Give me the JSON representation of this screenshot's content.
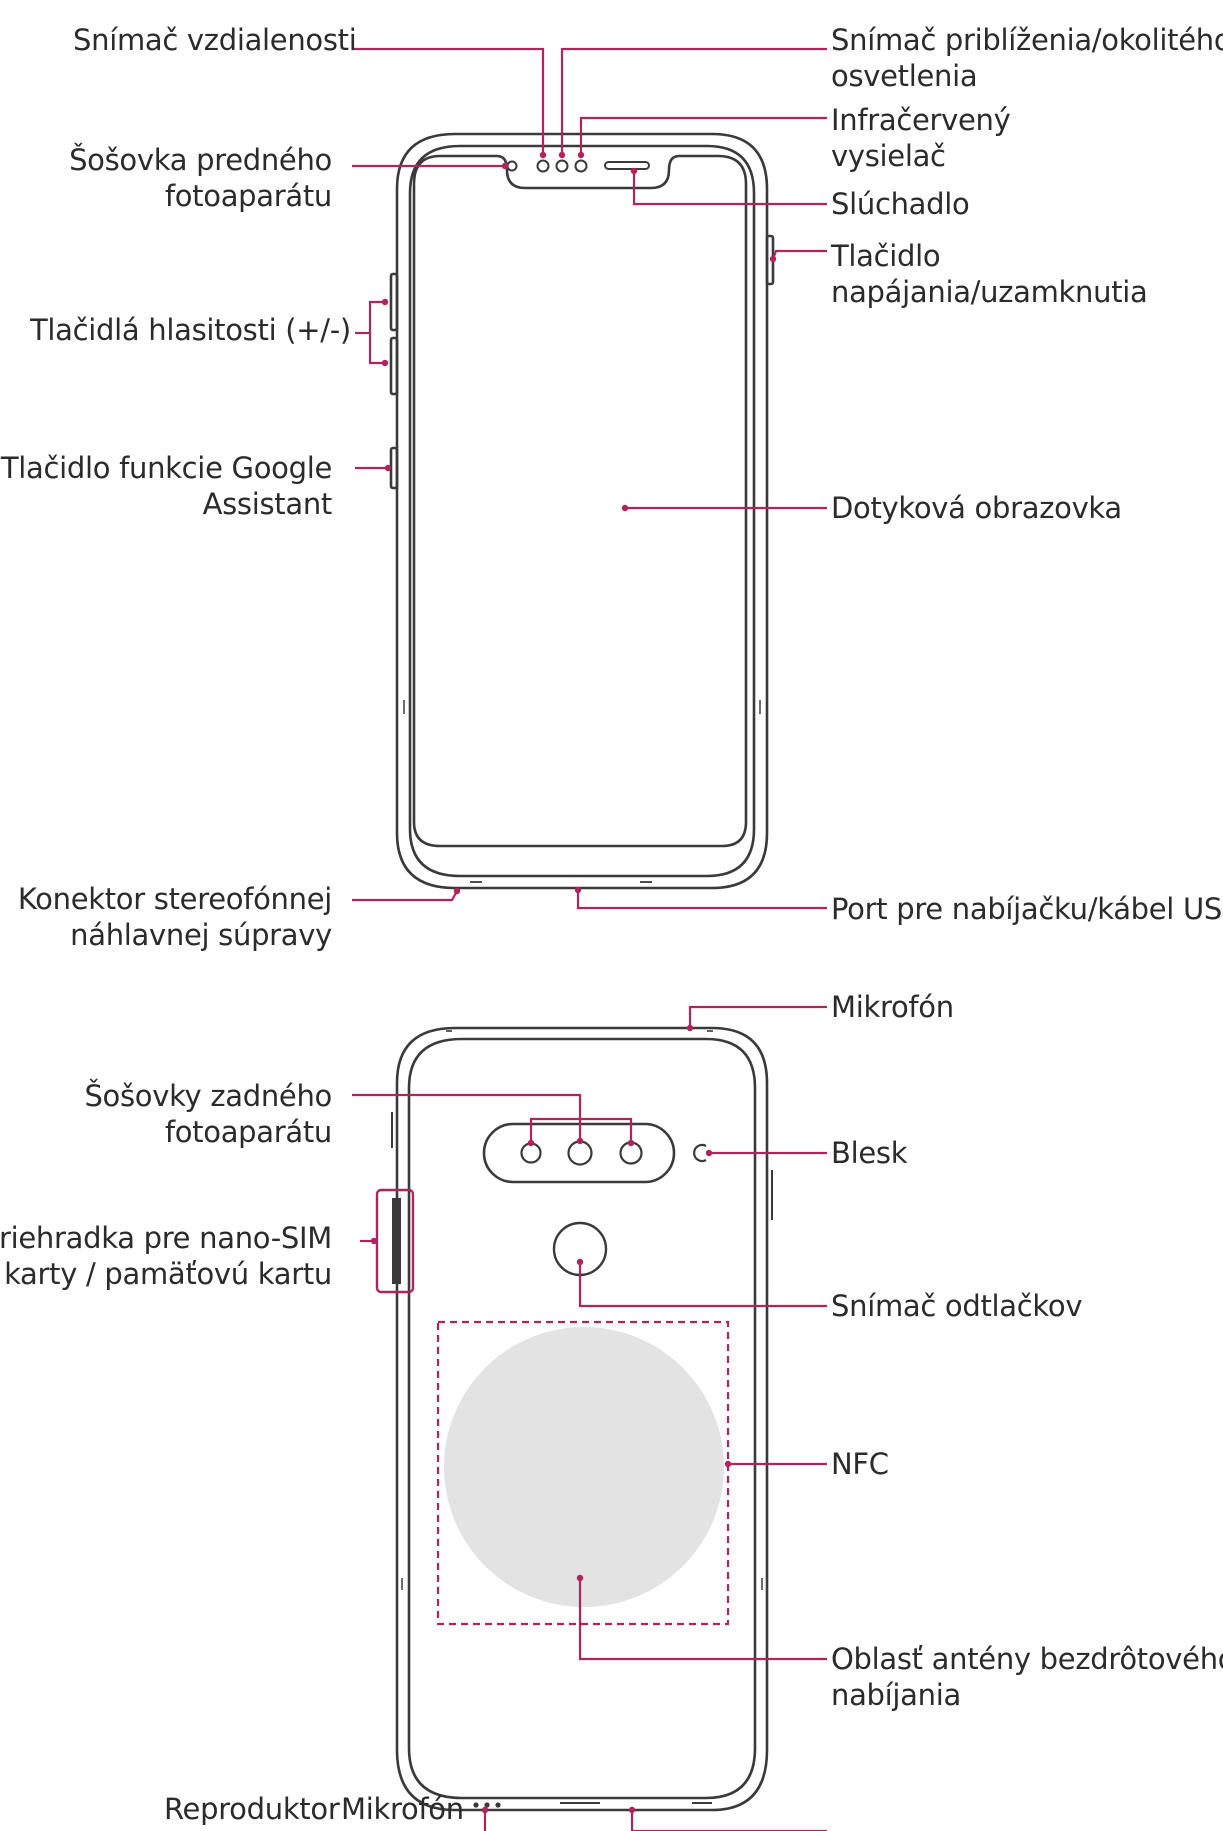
{
  "colors": {
    "line": "#3a3a3a",
    "callout": "#b0245e",
    "nfc_fill": "#e3e3e3",
    "text": "#2b2b2b"
  },
  "front_labels": {
    "proximity_sensor": "Snímač vzdialenosti",
    "front_camera": [
      "Šošovka predného",
      "fotoaparátu"
    ],
    "volume_keys": "Tlačidlá hlasitosti (+/-)",
    "assistant_key": [
      "Tlačidlo funkcie Google",
      "Assistant"
    ],
    "headset_jack": [
      "Konektor stereofónnej",
      "náhlavnej súpravy"
    ],
    "ambient_sensor": [
      "Snímač priblíženia/okolitého",
      "osvetlenia"
    ],
    "ir_led": [
      "Infračervený",
      "vysielač"
    ],
    "earpiece": "Slúchadlo",
    "power_key": [
      "Tlačidlo",
      "napájania/uzamknutia"
    ],
    "touch_screen": "Dotyková obrazovka",
    "usb_port": "Port pre nabíjačku/kábel USB"
  },
  "back_labels": {
    "rear_cameras": [
      "Šošovky zadného",
      "fotoaparátu"
    ],
    "sim_tray": [
      "Priehradka pre nano-SIM",
      "karty / pamäťovú kartu"
    ],
    "speaker": "Reproduktor",
    "microphone_bottom": "Mikrofón",
    "microphone_top": "Mikrofón",
    "flash": "Blesk",
    "fingerprint": "Snímač odtlačkov",
    "nfc": "NFC",
    "wireless_charging": [
      "Oblasť antény bezdrôtového",
      "nabíjania"
    ]
  }
}
